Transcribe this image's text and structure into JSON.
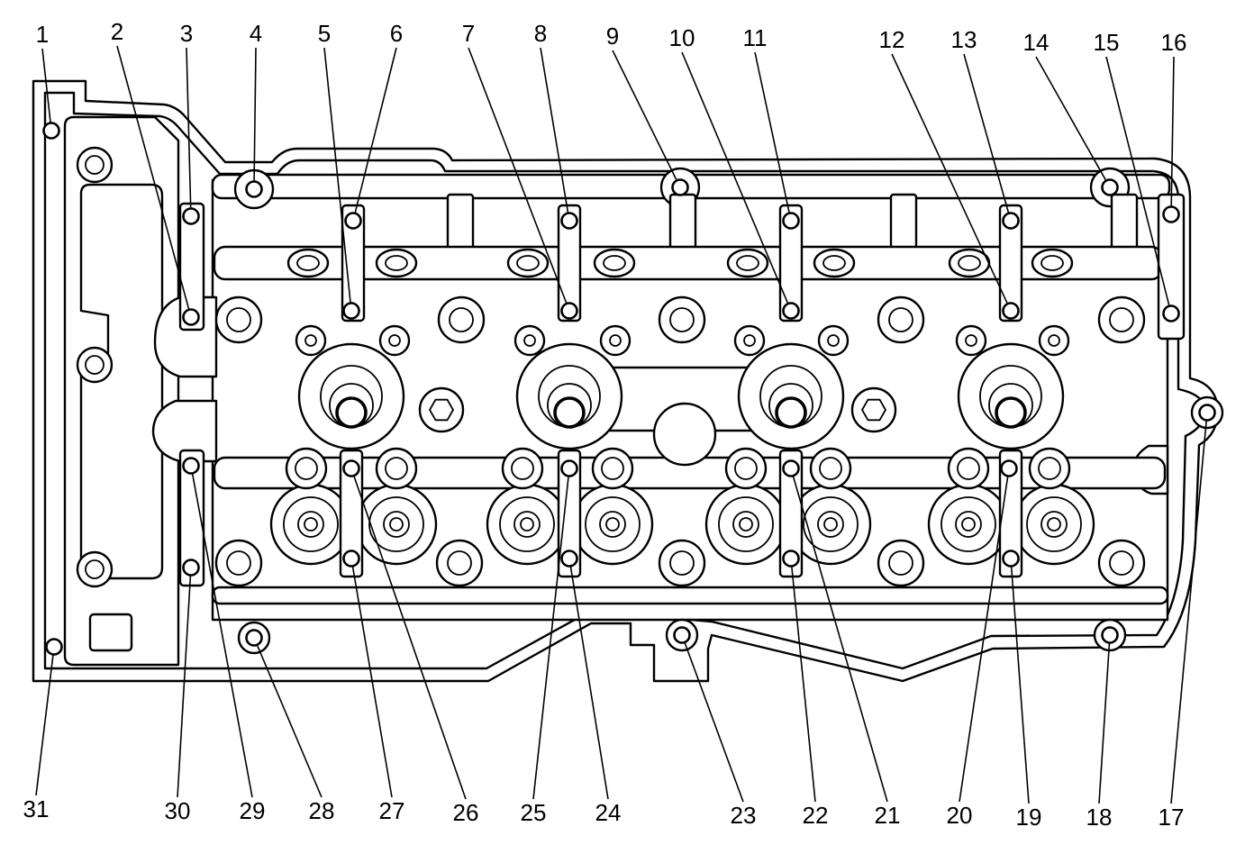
{
  "diagram": {
    "callouts": [
      "1",
      "2",
      "3",
      "4",
      "5",
      "6",
      "7",
      "8",
      "9",
      "10",
      "11",
      "12",
      "13",
      "14",
      "15",
      "16",
      "17",
      "18",
      "19",
      "20",
      "21",
      "22",
      "23",
      "24",
      "25",
      "26",
      "27",
      "28",
      "29",
      "30",
      "31"
    ]
  }
}
